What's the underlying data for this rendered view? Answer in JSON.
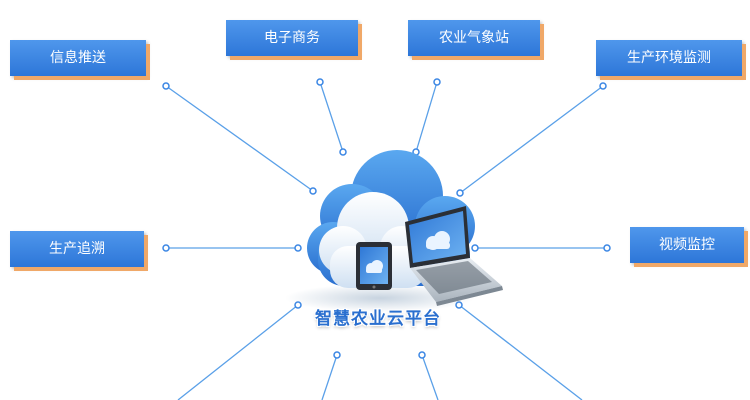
{
  "center": {
    "title": "智慧农业云平台"
  },
  "nodes": [
    {
      "id": "n1",
      "label": "信息推送"
    },
    {
      "id": "n2",
      "label": "电子商务"
    },
    {
      "id": "n3",
      "label": "农业气象站"
    },
    {
      "id": "n4",
      "label": "生产环境监测"
    },
    {
      "id": "n5",
      "label": "生产追溯"
    },
    {
      "id": "n6",
      "label": "视频监控"
    }
  ],
  "colors": {
    "node_fill": "#3a86e4",
    "node_shadow": "#f0a868",
    "connector": "#5aa0e8",
    "cloud": "#4a90e2",
    "title": "#2a6fcf"
  }
}
